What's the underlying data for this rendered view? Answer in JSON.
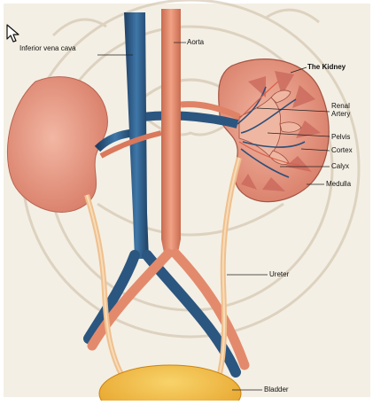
{
  "labels": {
    "ivc": "Inferior vena cava",
    "aorta": "Aorta",
    "kidney": "The Kidney",
    "renal_artery_1": "Renal",
    "renal_artery_2": "Artery",
    "pelvis": "Pelvis",
    "cortex": "Cortex",
    "calyx": "Calyx",
    "medulla": "Medulla",
    "ureter": "Ureter",
    "bladder": "Bladder"
  },
  "colors": {
    "background": "#f4efe4",
    "vein": "#2f5d8a",
    "artery": "#e3866a",
    "kidney": "#e79a86",
    "ureter": "#f2c79a",
    "bladder": "#f0b23a",
    "watermark": "#c9b9a2"
  },
  "icons": {
    "pointer": "mouse-pointer-icon",
    "watermark": "university-seal-watermark"
  }
}
